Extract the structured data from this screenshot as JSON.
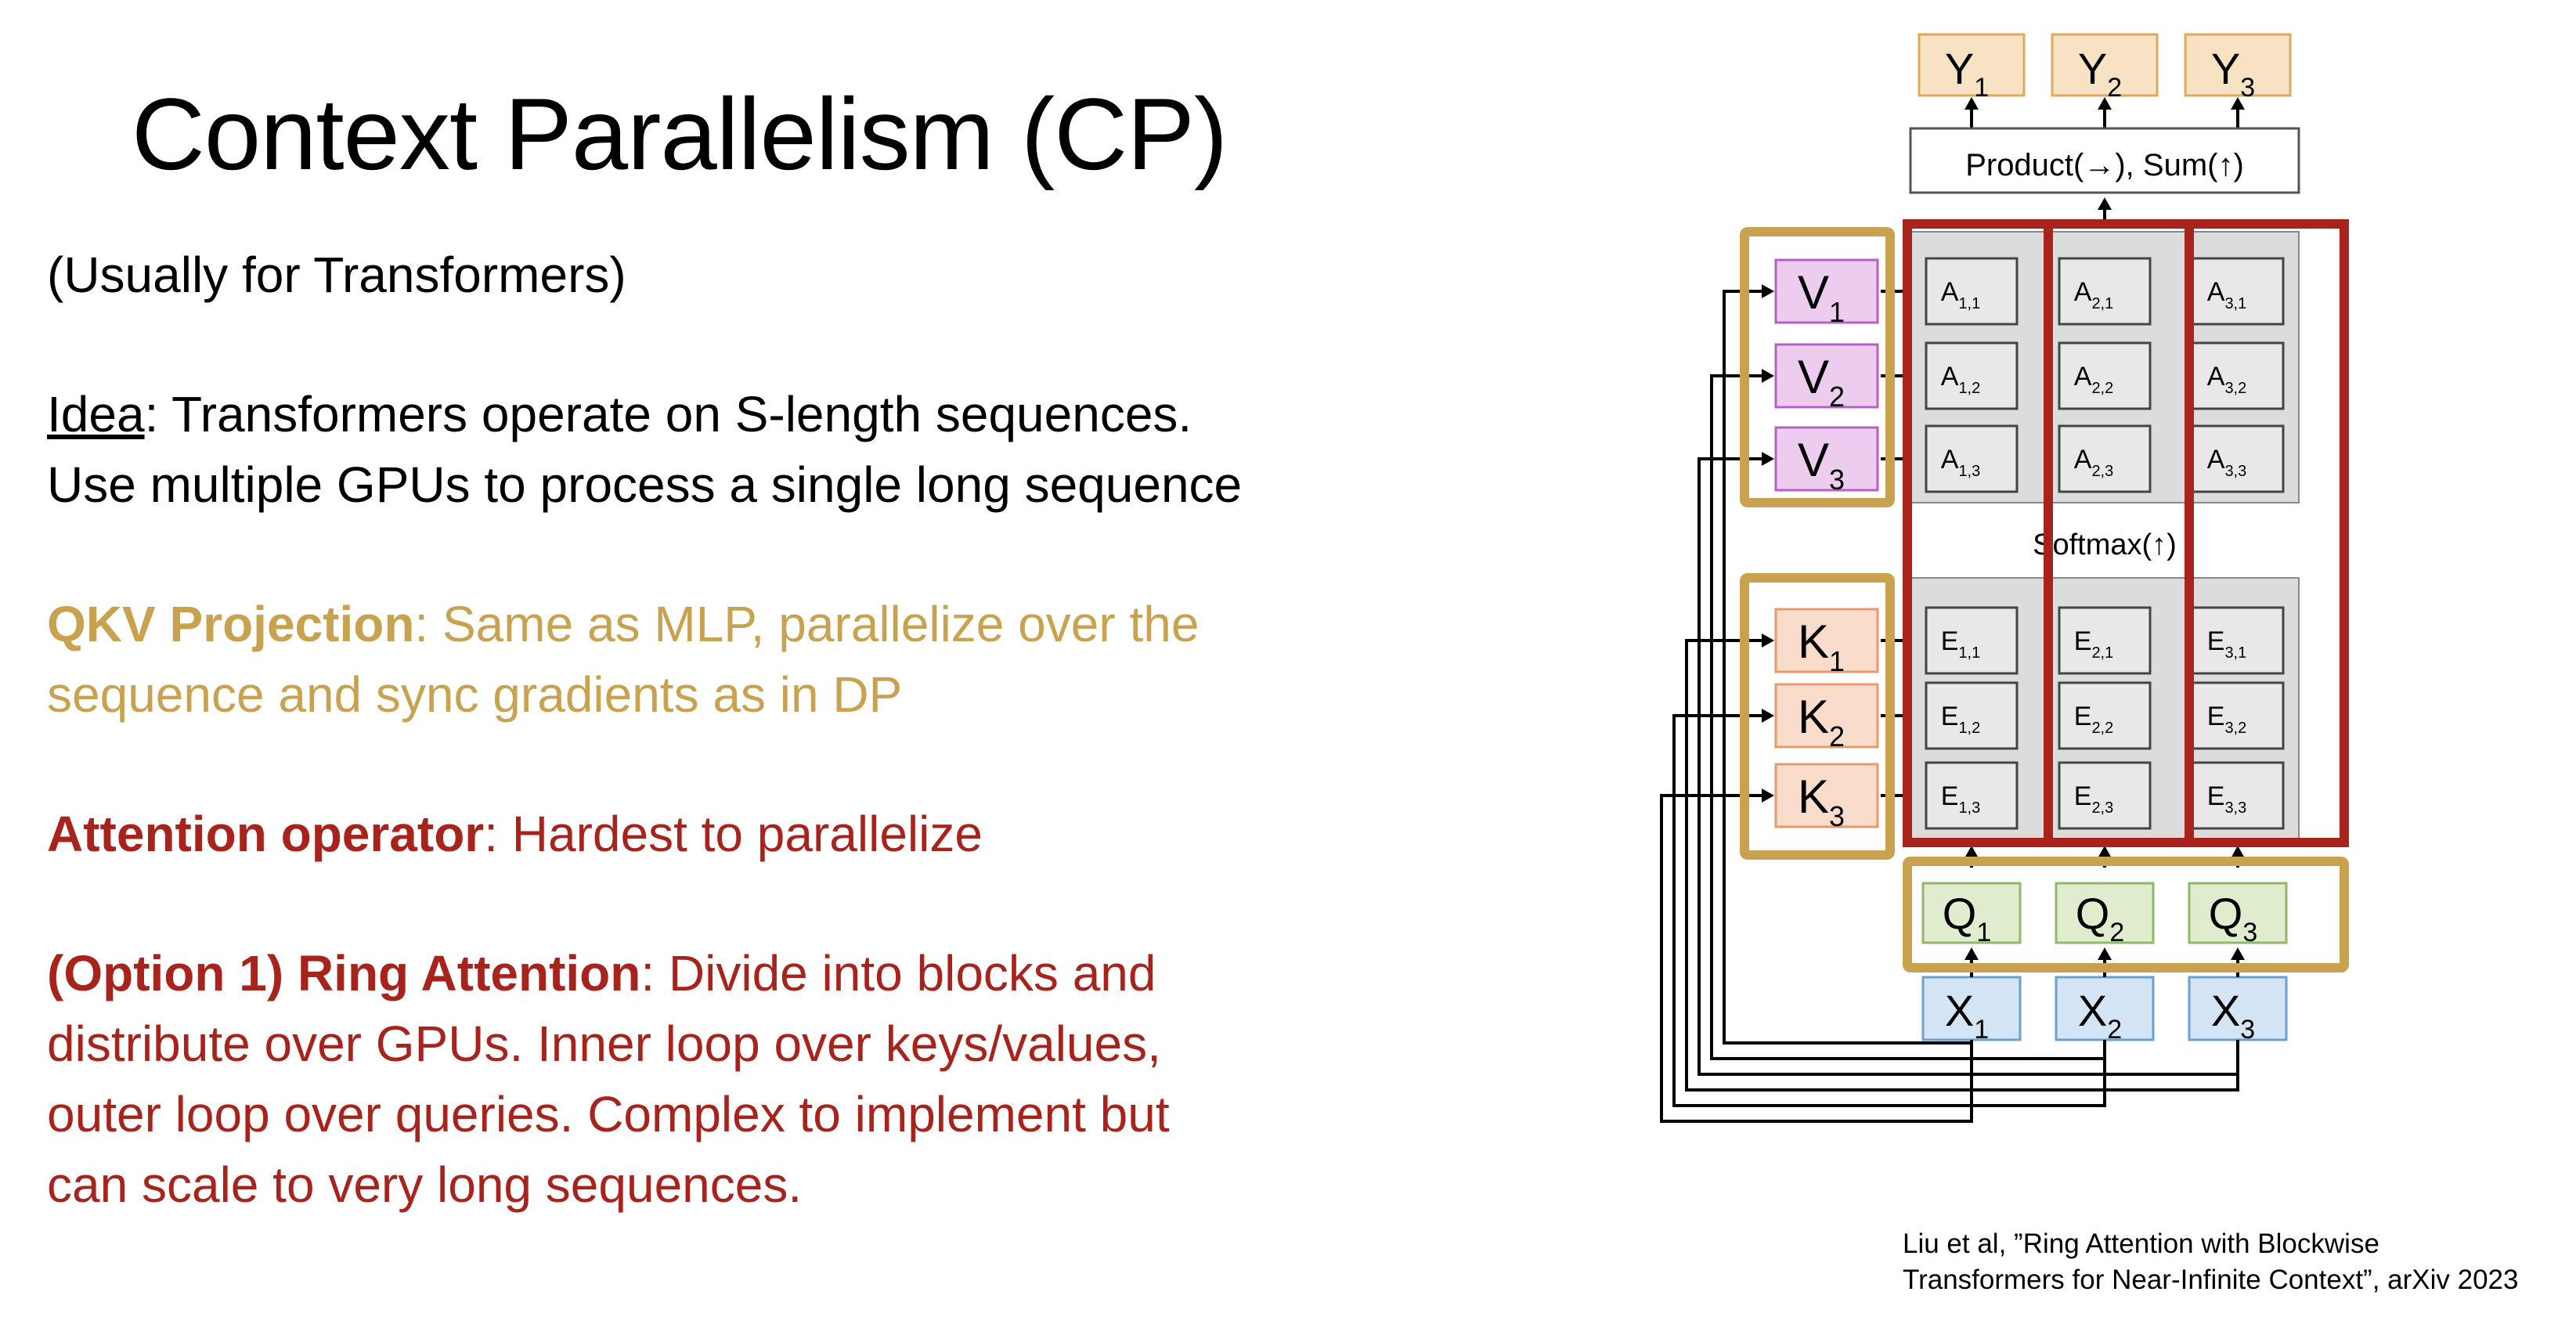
{
  "slide": {
    "title": "Context Parallelism (CP)",
    "subtitle": "(Usually for Transformers)",
    "idea": {
      "label": "Idea",
      "line1_rest": ": Transformers operate on S-length sequences.",
      "line2": "Use multiple GPUs to process a single long sequence"
    },
    "qkv": {
      "label": "QKV Projection",
      "line1_rest": ": Same as MLP, parallelize over the",
      "line2": "sequence and sync gradients as in DP"
    },
    "attention": {
      "label": "Attention operator",
      "rest": ": Hardest to parallelize"
    },
    "ring": {
      "label": "(Option 1) Ring Attention",
      "line1_rest": ": Divide into blocks and",
      "line2": "distribute over GPUs. Inner loop over keys/values,",
      "line3": "outer loop over queries. Complex to implement but",
      "line4": "can scale to very long sequences."
    },
    "citation": {
      "line1": "Liu et al, ”Ring Attention with Blockwise",
      "line2": "Transformers for Near-Infinite Context”, arXiv 2023"
    }
  },
  "diagram": {
    "product_label": "Product(→), Sum(↑)",
    "softmax_label": "Softmax(↑)",
    "y_labels": [
      [
        "Y",
        "1"
      ],
      [
        "Y",
        "2"
      ],
      [
        "Y",
        "3"
      ]
    ],
    "v_labels": [
      [
        "V",
        "1"
      ],
      [
        "V",
        "2"
      ],
      [
        "V",
        "3"
      ]
    ],
    "k_labels": [
      [
        "K",
        "1"
      ],
      [
        "K",
        "2"
      ],
      [
        "K",
        "3"
      ]
    ],
    "q_labels": [
      [
        "Q",
        "1"
      ],
      [
        "Q",
        "2"
      ],
      [
        "Q",
        "3"
      ]
    ],
    "x_labels": [
      [
        "X",
        "1"
      ],
      [
        "X",
        "2"
      ],
      [
        "X",
        "3"
      ]
    ],
    "a_cells": [
      [
        [
          "A",
          "1,1"
        ],
        [
          "A",
          "2,1"
        ],
        [
          "A",
          "3,1"
        ]
      ],
      [
        [
          "A",
          "1,2"
        ],
        [
          "A",
          "2,2"
        ],
        [
          "A",
          "3,2"
        ]
      ],
      [
        [
          "A",
          "1,3"
        ],
        [
          "A",
          "2,3"
        ],
        [
          "A",
          "3,3"
        ]
      ]
    ],
    "e_cells": [
      [
        [
          "E",
          "1,1"
        ],
        [
          "E",
          "2,1"
        ],
        [
          "E",
          "3,1"
        ]
      ],
      [
        [
          "E",
          "1,2"
        ],
        [
          "E",
          "2,2"
        ],
        [
          "E",
          "3,2"
        ]
      ],
      [
        [
          "E",
          "1,3"
        ],
        [
          "E",
          "2,3"
        ],
        [
          "E",
          "3,3"
        ]
      ]
    ],
    "colors": {
      "gold": "#c9a24f",
      "red": "#a8231c",
      "y_fill": "#f7e3c3",
      "y_stroke": "#e0a85c",
      "v_fill": "#eccdf0",
      "v_stroke": "#b85fc7",
      "k_fill": "#f9dcc9",
      "k_stroke": "#e69a6d",
      "q_fill": "#dfeccd",
      "q_stroke": "#8fb86a",
      "x_fill": "#d3e5f5",
      "x_stroke": "#6b9fd1",
      "grid_fill": "#dcdcdc",
      "cell_fill": "#e8e8e8"
    }
  }
}
